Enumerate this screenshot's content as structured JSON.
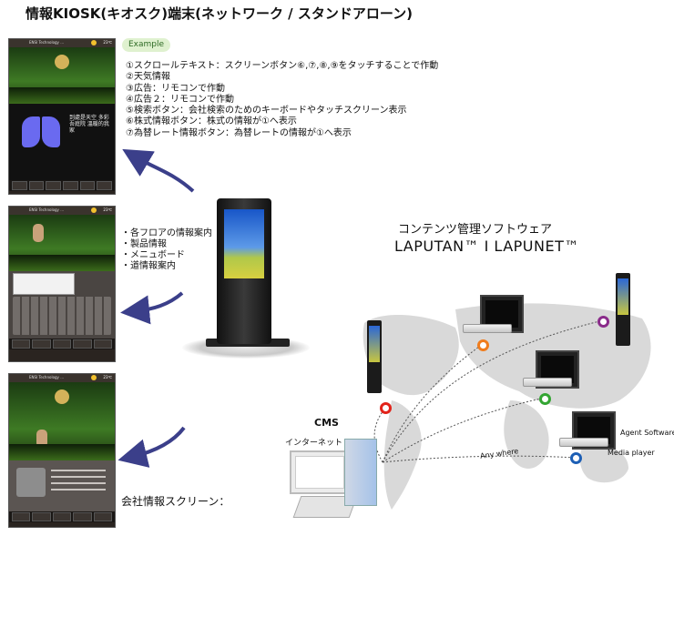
{
  "title": "情報KIOSK(キオスク)端末(ネットワーク / スタンドアローン)",
  "example": {
    "label": "Example",
    "items": [
      "①スクロールテキスト：スクリーンボタン⑥,⑦,⑧,⑨をタッチすることで作動",
      "②天気情報",
      "③広告：リモコンで作動",
      "④広告２：リモコンで作動",
      "⑤検索ボタン：会社検索のためのキーボードやタッチスクリーン表示",
      "⑥株式情報ボタン：株式の情報が①へ表示",
      "⑦為替レート情報ボタン：為替レートの情報が①へ表示"
    ]
  },
  "features": [
    "・各フロアの情報案内",
    "・製品情報",
    "・メニュボード",
    "・道情報案内"
  ],
  "company_screen": "会社情報スクリーン：",
  "cms_software": {
    "heading": "コンテンツ管理ソフトウェア",
    "products": "LAPUTAN™ I LAPUNET™"
  },
  "network": {
    "cms": "CMS",
    "internet": "インターネット",
    "anywhere": "Any where",
    "agent_software": "Agent Software",
    "media_player": "Media player"
  },
  "screens": {
    "temp": "23℃",
    "ad_text": "到處是天空 多彩吾庭院 溫暖的我家"
  },
  "colors": {
    "arrow": "#3b3f8a",
    "example_bg": "#dff1cf",
    "example_text": "#2e6b25",
    "map": "#d9d9d9",
    "ring_orange": "#f07c1c",
    "ring_red": "#e2231a",
    "ring_green": "#33a532",
    "ring_blue": "#1d5fb5",
    "ring_purple": "#8a2b8a"
  }
}
